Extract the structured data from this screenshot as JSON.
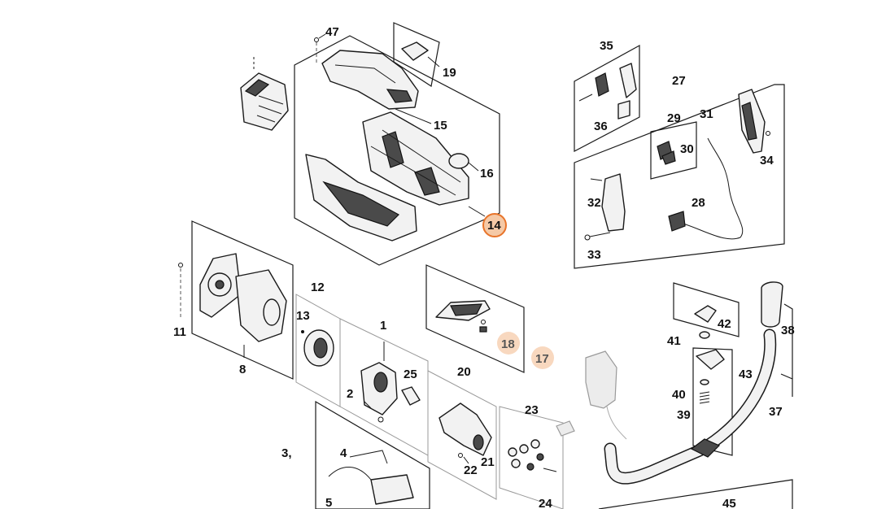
{
  "labels": {
    "p1": "1",
    "p2": "2",
    "p3": "3,",
    "p4": "4",
    "p5": "5",
    "p8": "8",
    "p11": "11",
    "p12": "12",
    "p13": "13",
    "p14": "14",
    "p15": "15",
    "p16": "16",
    "p17": "17",
    "p18": "18",
    "p19": "19",
    "p20": "20",
    "p21": "21",
    "p22": "22",
    "p23": "23",
    "p24": "24",
    "p25": "25",
    "p27": "27",
    "p28": "28",
    "p29": "29",
    "p30": "30",
    "p31": "31",
    "p32": "32",
    "p33": "33",
    "p34": "34",
    "p35": "35",
    "p36": "36",
    "p37": "37",
    "p38": "38",
    "p39": "39",
    "p40": "40",
    "p41": "41",
    "p42": "42",
    "p43": "43",
    "p45": "45",
    "p47": "47"
  },
  "colors": {
    "highlight_strong_fill": "#f5c9a6",
    "highlight_strong_stroke": "#e8742a",
    "highlight_soft_fill": "#f8d8bf",
    "line": "#1a1a1a",
    "faded_part": "#9a9a9a"
  }
}
